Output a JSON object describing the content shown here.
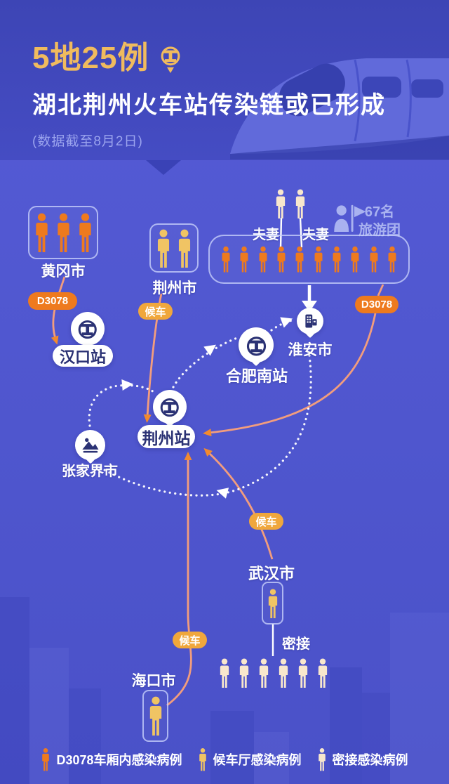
{
  "header": {
    "badge_title": "5地25例",
    "title": "湖北荆州火车站传染链或已形成",
    "caption": "(数据截至8月2日)",
    "accent_color": "#f0bb5e"
  },
  "pills": {
    "train_no": "D3078",
    "waiting": "候车",
    "close_contact": "密接"
  },
  "couple_label": "夫妻",
  "tour_group": {
    "line1": "67名",
    "line2": "旅游团"
  },
  "groups": {
    "huanggang": {
      "label": "黄冈市",
      "count": 3,
      "color": "#ee7a1e"
    },
    "jingzhou_city": {
      "label": "荆州市",
      "count": 2,
      "color": "#f0c464"
    },
    "tour_members": {
      "count": 10,
      "color": "#ee7a1e"
    },
    "couple": {
      "count": 2,
      "color": "#f8e7cd"
    },
    "wuhan": {
      "label": "武汉市",
      "count": 1,
      "color": "#f0c464"
    },
    "haikou": {
      "label": "海口市",
      "count": 1,
      "color": "#f0c464"
    },
    "close_contacts": {
      "count": 6,
      "color": "#f8e7cd"
    }
  },
  "stations": {
    "hankou": "汉口站",
    "jingzhou": "荆州站",
    "hefei_south": "合肥南站"
  },
  "cities": {
    "huaian": "淮安市",
    "zhangjiajie": "张家界市"
  },
  "legend": {
    "items": [
      {
        "label": "D3078车厢内感染病例",
        "color": "#ee7a1e",
        "count": 1
      },
      {
        "label": "候车厅感染病例",
        "color": "#f0c464",
        "count": 1
      },
      {
        "label": "密接感染病例",
        "color": "#f8e7cd",
        "count": 1
      }
    ]
  },
  "colors": {
    "header_bg": "#3f47b8",
    "body_bg": "#5157d0",
    "salmon_line": "#f29d7d",
    "arrow_orange": "#f28a2e",
    "pill_orange": "#ee7a1e",
    "pill_amber": "#f0a73c",
    "navy_icon": "#2b3274",
    "periwinkle": "#a9b2f0"
  }
}
